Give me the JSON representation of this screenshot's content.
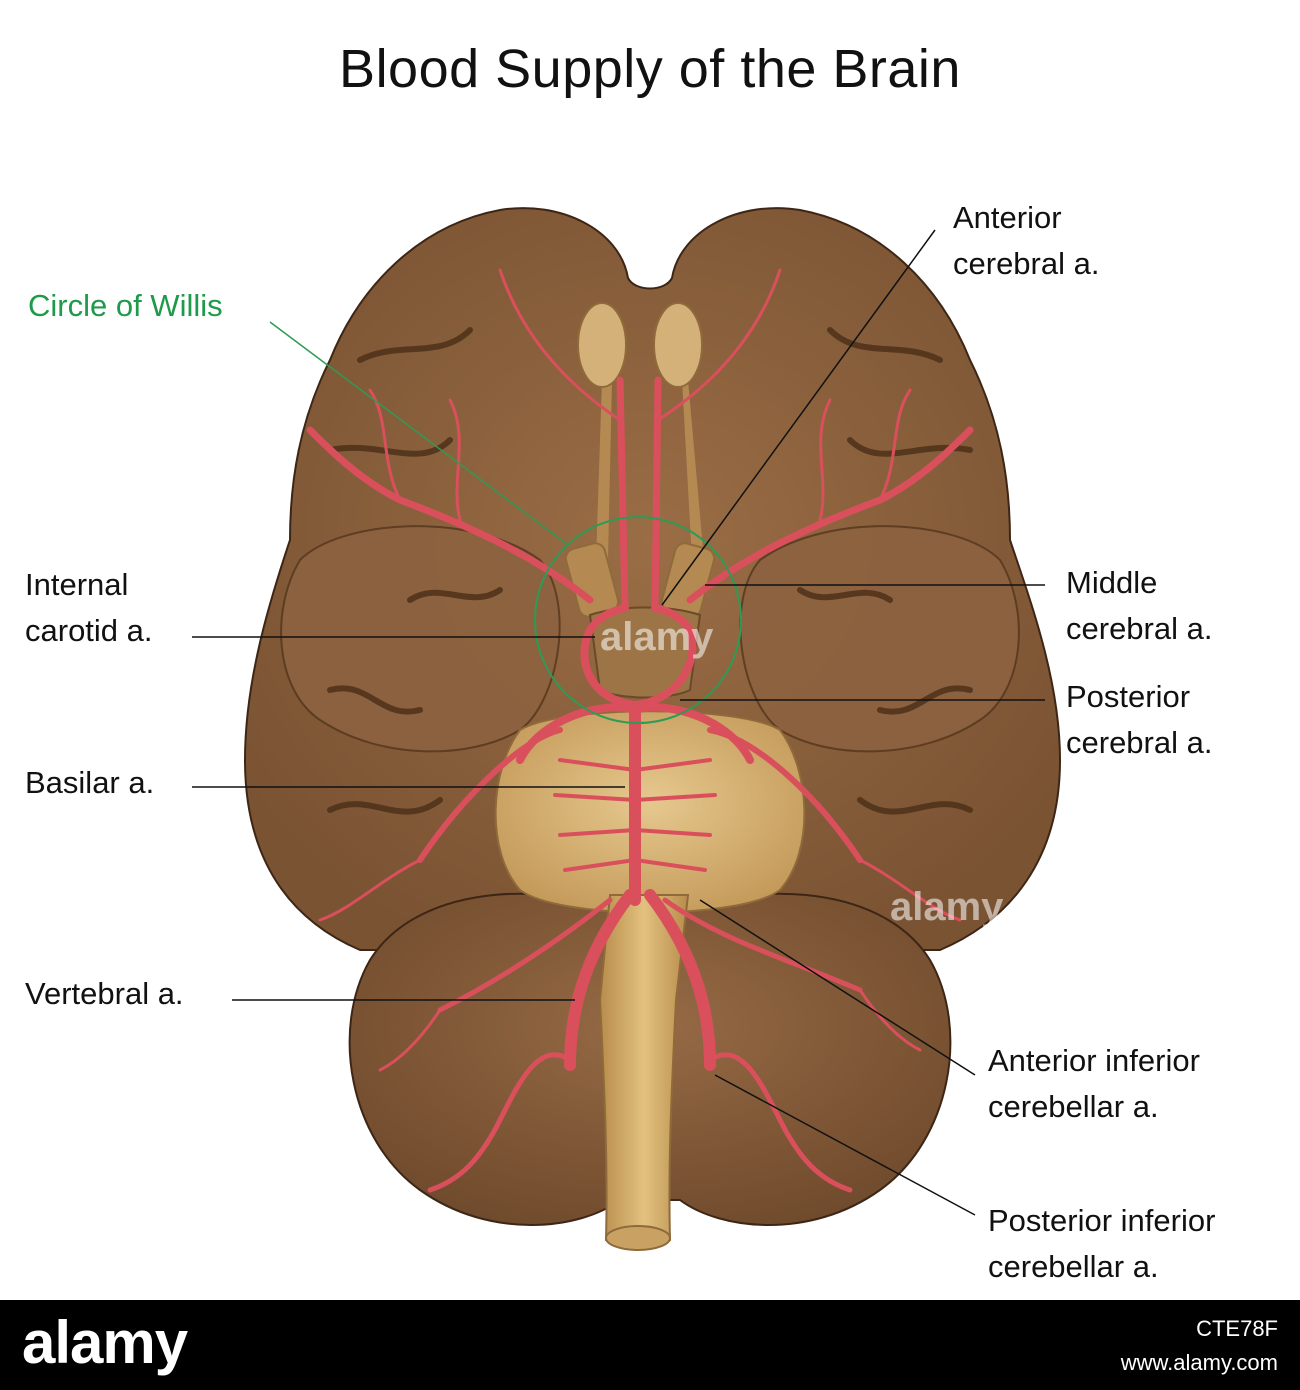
{
  "title": "Blood Supply of the Brain",
  "labels": {
    "circle_of_willis": "Circle of Willis",
    "anterior_cerebral": [
      "Anterior",
      "cerebral a."
    ],
    "internal_carotid": [
      "Internal",
      "carotid a."
    ],
    "middle_cerebral": [
      "Middle",
      "cerebral a."
    ],
    "posterior_cerebral": [
      "Posterior",
      "cerebral a."
    ],
    "basilar": "Basilar a.",
    "vertebral": "Vertebral a.",
    "aica": [
      "Anterior inferior",
      "cerebellar a."
    ],
    "pica": [
      "Posterior inferior",
      "cerebellar a."
    ]
  },
  "watermark": "alamy",
  "footer": {
    "logo": "alamy",
    "image_id": "CTE78F",
    "url": "www.alamy.com"
  },
  "colors": {
    "cerebrum": "#8e6440",
    "cerebellum": "#8a6240",
    "pons": "#d8b477",
    "artery": "#d9505c",
    "circle_highlight": "#2e9a55",
    "label_highlight": "#1f9a4a"
  }
}
